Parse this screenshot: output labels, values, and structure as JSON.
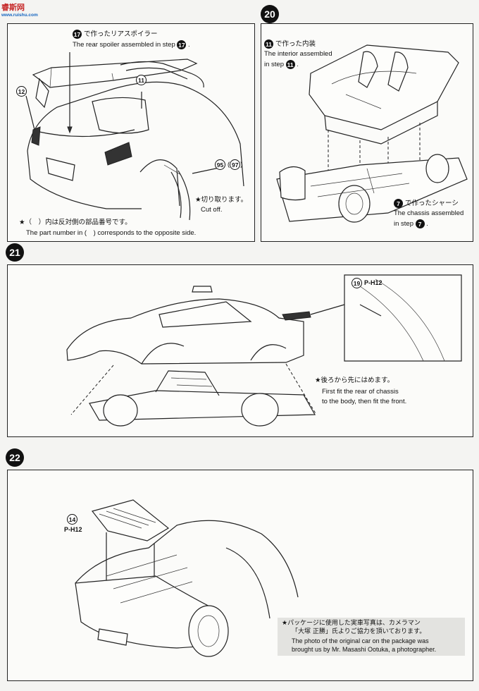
{
  "watermark": {
    "brand": "睿斯网",
    "url": "www.ruishu.com"
  },
  "colors": {
    "ink": "#111111",
    "paper": "#fbfbf9",
    "note_bg": "#e3e3e0"
  },
  "step19": {
    "part_spoiler": "17",
    "spoiler_jp": "で作ったリアスポイラー",
    "spoiler_en": "The rear spoiler assembled in step",
    "spoiler_step": "17",
    "part_12": "12",
    "part_11": "11",
    "part_95": "95",
    "part_97": "97",
    "cut_jp": "★切り取ります。",
    "cut_en": "Cut off.",
    "footnote_jp": "★（　）内は反対側の部品番号です。",
    "footnote_en": "The part number in (　) corresponds to the opposite side."
  },
  "step20": {
    "number": "20",
    "interior_part": "11",
    "interior_jp": "で作った内装",
    "interior_en_1": "The interior assembled",
    "interior_en_2": "in step",
    "interior_step": "11",
    "chassis_part": "7",
    "chassis_jp": "で作ったシャーシ",
    "chassis_en_1": "The chassis assembled",
    "chassis_en_2": "in step",
    "chassis_step": "7"
  },
  "step21": {
    "number": "21",
    "part_19": "19",
    "paint_ref": "P-H12",
    "instr_jp": "★後ろから先にはめます。",
    "instr_en_1": "First fit the rear of chassis",
    "instr_en_2": "to the body, then fit the front."
  },
  "step22": {
    "number": "22",
    "part_14": "14",
    "paint_ref": "P-H12",
    "credit_jp_1": "★パッケージに使用した実車写真は、カメラマン",
    "credit_jp_2": "「大塚 正勝」氏よりご協力を頂いております。",
    "credit_en_1": "The photo of the original car on the package was",
    "credit_en_2": "brought us by Mr. Masashi Ootuka, a photographer."
  }
}
